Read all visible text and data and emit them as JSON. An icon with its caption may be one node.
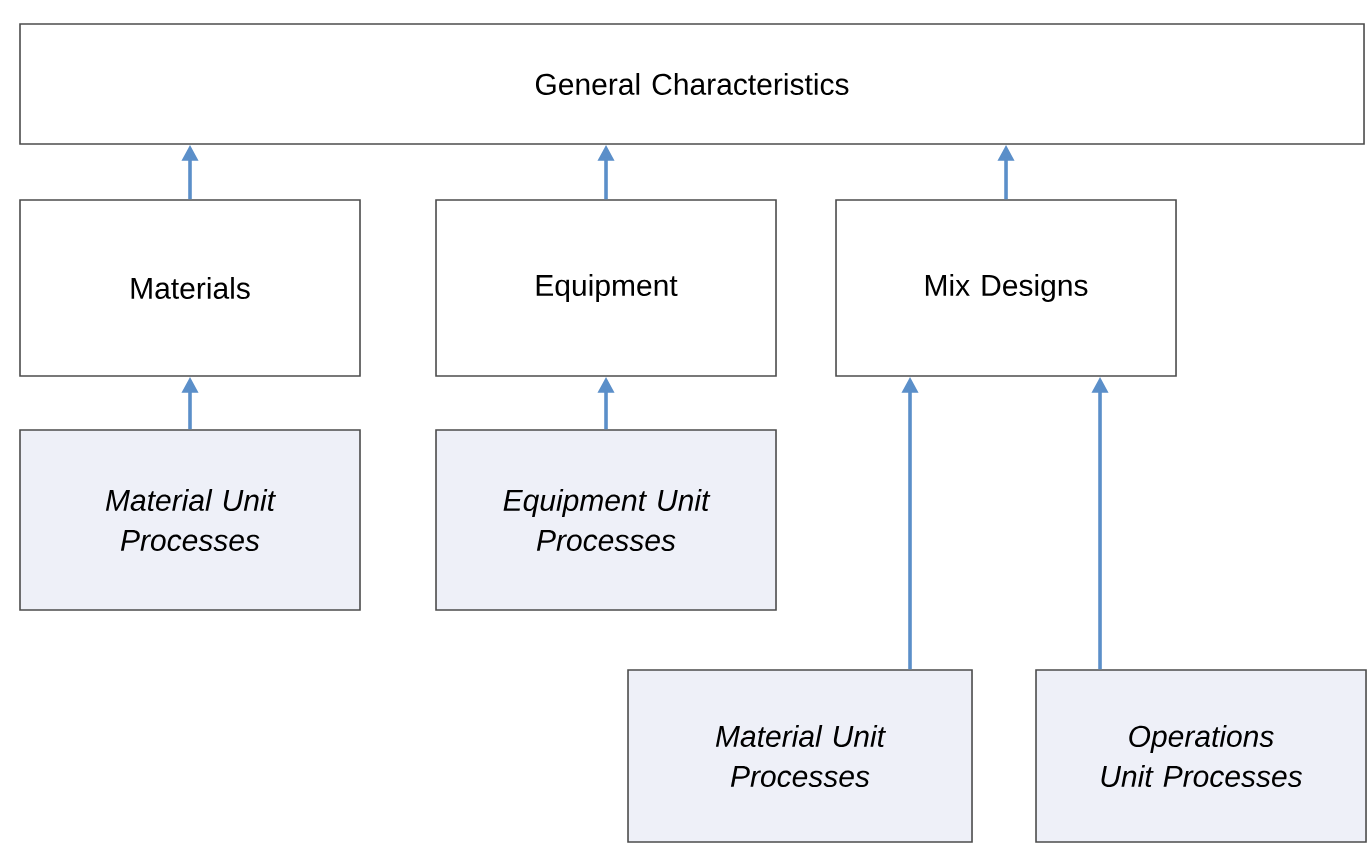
{
  "diagram": {
    "nodes": [
      {
        "text": [
          "General Characteristics"
        ]
      },
      {
        "text": [
          "Materials"
        ]
      },
      {
        "text": [
          "Equipment"
        ]
      },
      {
        "text": [
          "Mix Designs"
        ]
      },
      {
        "text": [
          "Material Unit Processes"
        ]
      },
      {
        "text": [
          "Equipment Unit Processes"
        ]
      },
      {
        "text": [
          "Material Unit Processes"
        ]
      },
      {
        "text": [
          "Operations Unit Processes"
        ]
      }
    ],
    "edges": [
      {
        "from": 1,
        "to": 0,
        "arrow": "to"
      },
      {
        "from": 2,
        "to": 0,
        "arrow": "to"
      },
      {
        "from": 3,
        "to": 0,
        "arrow": "to"
      },
      {
        "from": 4,
        "to": 1,
        "arrow": "to"
      },
      {
        "from": 5,
        "to": 2,
        "arrow": "to"
      },
      {
        "from": 6,
        "to": 3,
        "arrow": "to"
      },
      {
        "from": 7,
        "to": 3,
        "arrow": "to"
      }
    ]
  }
}
